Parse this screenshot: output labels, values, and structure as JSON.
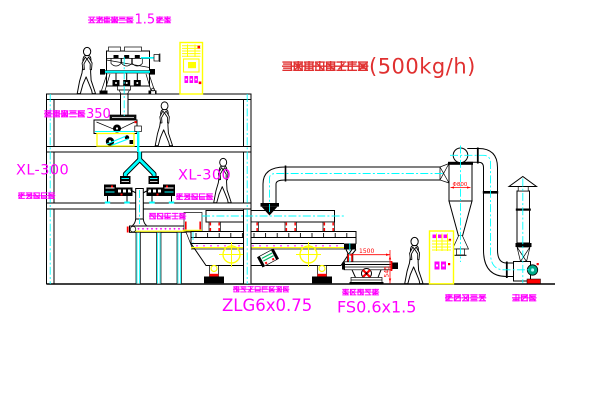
{
  "title": {
    "name": "农药生产线流程图",
    "capacity": "(500kg/h)"
  },
  "labels": {
    "gravity_mixer": {
      "name": "无重力混合机",
      "value": "1.5",
      "unit": "立方"
    },
    "high_speed_mixer": {
      "name": "高速混合机",
      "value": "350"
    },
    "granulator_left": {
      "model": "XL-300",
      "name": "旋转制粒机"
    },
    "granulator_right": {
      "model": "XL-300",
      "name": "旋转制粒机"
    },
    "belt_conveyor": {
      "name": "皮带输送机"
    },
    "fluid_bed_dryer": {
      "name": "振动流化床干燥机",
      "model": "ZLG6x0.75"
    },
    "vibrating_screen": {
      "name": "方形振动筛",
      "model": "FS0.6x1.5"
    },
    "cyclone": {
      "name": "旋风除尘器"
    },
    "fan": {
      "name": "引风机"
    }
  },
  "dimensions": {
    "screen_width": "1500",
    "screen_height": "545",
    "cyclone_diameter": "Φ800"
  },
  "colors": {
    "line": "#000000",
    "centerline": "#00ffff",
    "label": "#ff00ff",
    "title": "#e03030",
    "dimension": "#ff0000",
    "highlight": "#ffff00",
    "background": "#ffffff"
  }
}
